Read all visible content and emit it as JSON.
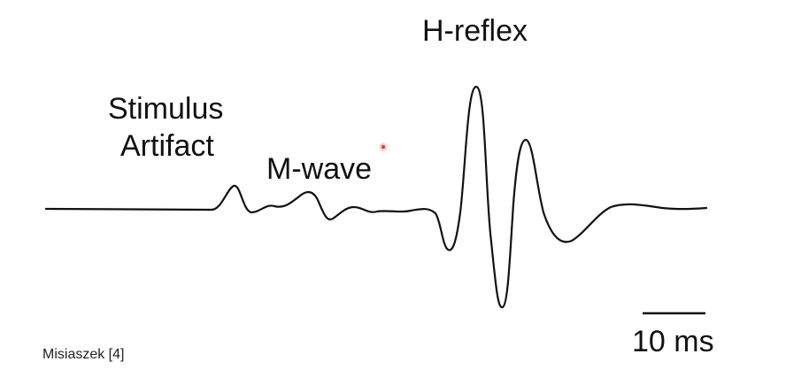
{
  "figure": {
    "labels": {
      "h_reflex": "H-reflex",
      "stimulus_line1": "Stimulus",
      "stimulus_line2": "Artifact",
      "m_wave": "M-wave",
      "scale_bar": "10 ms"
    },
    "source_note": "Misiaszek [4]",
    "colors": {
      "trace": "#111111",
      "background": "#ffffff",
      "cursor_dot": "#e8333a"
    }
  }
}
